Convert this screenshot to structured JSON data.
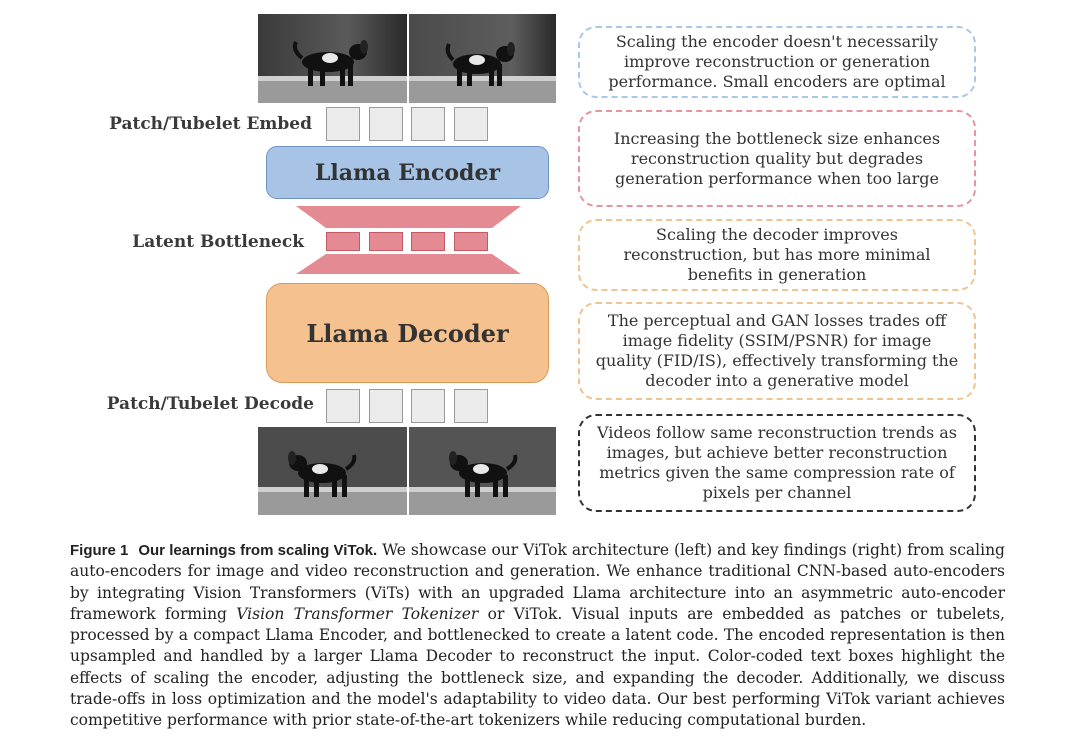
{
  "figure": {
    "labels": {
      "patch_embed": "Patch/Tubelet Embed",
      "latent_bottleneck": "Latent Bottleneck",
      "patch_decode": "Patch/Tubelet Decode"
    },
    "encoder": "Llama Encoder",
    "decoder": "Llama Decoder",
    "findings": [
      {
        "text": "Scaling the encoder doesn't necessarily improve reconstruction or generation performance. Small encoders are optimal",
        "border_color": "#a9c7e8"
      },
      {
        "text": "Increasing the bottleneck size enhances reconstruction quality but degrades generation performance when too large",
        "border_color": "#e8949c"
      },
      {
        "text": "Scaling the decoder improves reconstruction, but has more minimal benefits in generation",
        "border_color": "#f0c490"
      },
      {
        "text": "The perceptual and GAN losses trades off image fidelity (SSIM/PSNR) for image quality (FID/IS), effectively transforming the decoder into a generative model",
        "border_color": "#f0c490"
      },
      {
        "text": "Videos follow same reconstruction trends as images, but achieve better reconstruction metrics given the same compression rate of pixels per channel",
        "border_color": "#333333"
      }
    ],
    "colors": {
      "encoder": "#a7c4e6",
      "decoder": "#f5c28f",
      "latent": "#e48a92",
      "patch": "#ebebeb"
    }
  },
  "caption": {
    "label": "Figure 1",
    "title": "Our learnings from scaling ViTok.",
    "text_1": "We showcase our ViTok architecture (left) and key findings (right) from scaling auto-encoders for image and video reconstruction and generation. We enhance traditional CNN-based auto-encoders by integrating Vision Transformers (ViTs) with an upgraded Llama architecture into an asymmetric auto-encoder framework forming",
    "emphasis": "Vision Transformer Tokenizer",
    "text_2": "or ViTok. Visual inputs are embedded as patches or tubelets, processed by a compact Llama Encoder, and bottlenecked to create a latent code. The encoded representation is then upsampled and handled by a larger Llama Decoder to reconstruct the input. Color-coded text boxes highlight the effects of scaling the encoder, adjusting the bottleneck size, and expanding the decoder. Additionally, we discuss trade-offs in loss optimization and the model's adaptability to video data. Our best performing ViTok variant achieves competitive performance with prior state-of-the-art tokenizers while reducing computational burden."
  }
}
